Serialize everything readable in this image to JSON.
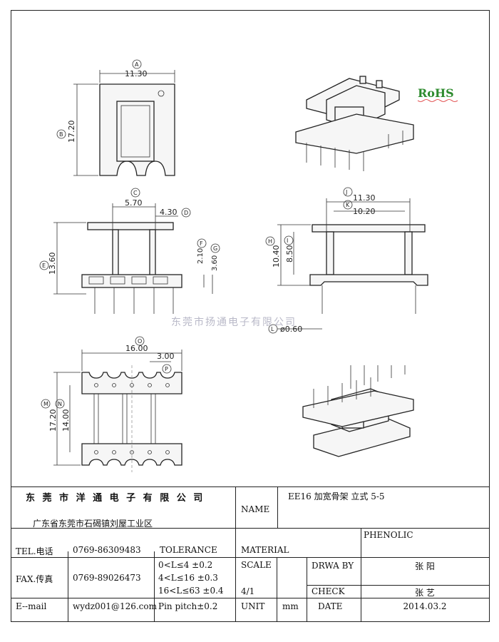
{
  "views": {
    "top_view": {
      "dim_a": "11.30",
      "dim_b": "17.20",
      "callout_a": "A",
      "callout_b": "B"
    },
    "front_view": {
      "dim_c": "5.70",
      "dim_d": "4.30",
      "dim_e": "13.60",
      "dim_f": "2.10",
      "dim_g": "3.60",
      "callout_c": "C",
      "callout_d": "D",
      "callout_e": "E",
      "callout_f": "F",
      "callout_g": "G"
    },
    "side_view": {
      "dim_j": "11.30",
      "dim_k": "10.20",
      "dim_h": "10.40",
      "dim_i": "8.50",
      "dim_l": "ø0.60",
      "callout_j": "J",
      "callout_k": "K",
      "callout_h": "H",
      "callout_i": "I",
      "callout_l": "L"
    },
    "bottom_view": {
      "dim_o": "16.00",
      "dim_p": "3.00",
      "dim_m": "17.20",
      "dim_n": "14.00",
      "callout_o": "O",
      "callout_p": "P",
      "callout_m": "M",
      "callout_n": "N"
    },
    "rohs_label": "RoHS",
    "watermark": "东莞市扬通电子有限公司"
  },
  "title_block": {
    "company": "东 莞 市 洋 通 电 子 有 限 公 司",
    "address": "广东省东莞市石碣镇刘屋工业区",
    "name_label": "NAME",
    "name_value": "EE16 加宽骨架  立式 5-5",
    "tel_label": "TEL.电话",
    "tel_value": "0769-86309483",
    "fax_label": "FAX.传真",
    "fax_value": "0769-89026473",
    "email_label": "E--mail",
    "email_value": "wydz001@126.com",
    "tolerance_label": "TOLERANCE",
    "tol_1": "0<L≤4   ±0.2",
    "tol_2": "4<L≤16  ±0.3",
    "tol_3": "16<L≤63 ±0.4",
    "tol_4": "Pin pitch±0.2",
    "material_label": "MATERIAL",
    "material_value": "PHENOLIC",
    "scale_label": "SCALE",
    "scale_value": "4/1",
    "drawn_label": "DRWA BY",
    "drawn_value": "张 阳",
    "check_label": "CHECK",
    "check_value": "张 艺",
    "unit_label": "UNIT",
    "unit_value": "mm",
    "date_label": "DATE",
    "date_value": "2014.03.2"
  }
}
